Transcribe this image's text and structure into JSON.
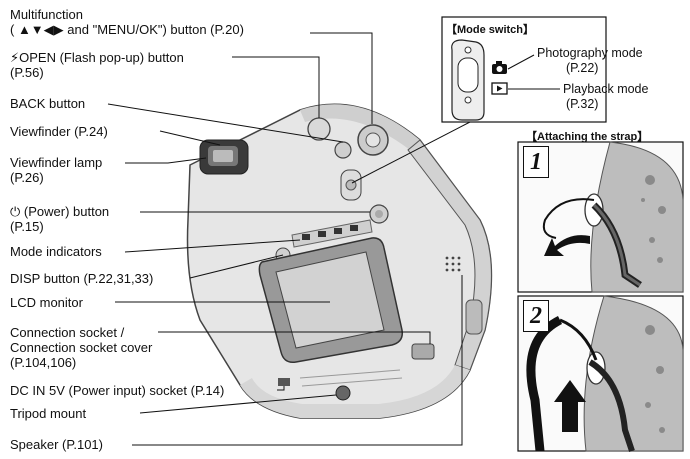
{
  "callouts": [
    {
      "id": "multifunction",
      "lines": [
        "Multifunction",
        "( ▲▼◀▶ and \"MENU/OK\") button (P.20)"
      ]
    },
    {
      "id": "flash",
      "lines": [
        "⚡OPEN (Flash pop-up) button",
        "(P.56)"
      ]
    },
    {
      "id": "back",
      "lines": [
        "BACK button"
      ]
    },
    {
      "id": "viewfinder",
      "lines": [
        "Viewfinder (P.24)"
      ]
    },
    {
      "id": "viewfinder-lamp",
      "lines": [
        "Viewfinder lamp",
        "(P.26)"
      ]
    },
    {
      "id": "power",
      "lines": [
        "⏻ (Power) button",
        "(P.15)"
      ]
    },
    {
      "id": "mode-indicators",
      "lines": [
        "Mode indicators"
      ]
    },
    {
      "id": "disp",
      "lines": [
        "DISP button (P.22,31,33)"
      ]
    },
    {
      "id": "lcd",
      "lines": [
        "LCD monitor"
      ]
    },
    {
      "id": "connection",
      "lines": [
        "Connection socket /",
        "Connection socket cover",
        "(P.104,106)"
      ]
    },
    {
      "id": "dcin",
      "lines": [
        "DC IN 5V (Power input) socket (P.14)"
      ]
    },
    {
      "id": "tripod",
      "lines": [
        "Tripod mount"
      ]
    },
    {
      "id": "speaker",
      "lines": [
        "Speaker (P.101)"
      ]
    }
  ],
  "mode_switch": {
    "title": "【Mode switch】",
    "photo_label": "Photography mode",
    "photo_page": "(P.22)",
    "play_label": "Playback mode",
    "play_page": "(P.32)"
  },
  "strap": {
    "title": "【Attaching the strap】",
    "step1": "1",
    "step2": "2"
  }
}
